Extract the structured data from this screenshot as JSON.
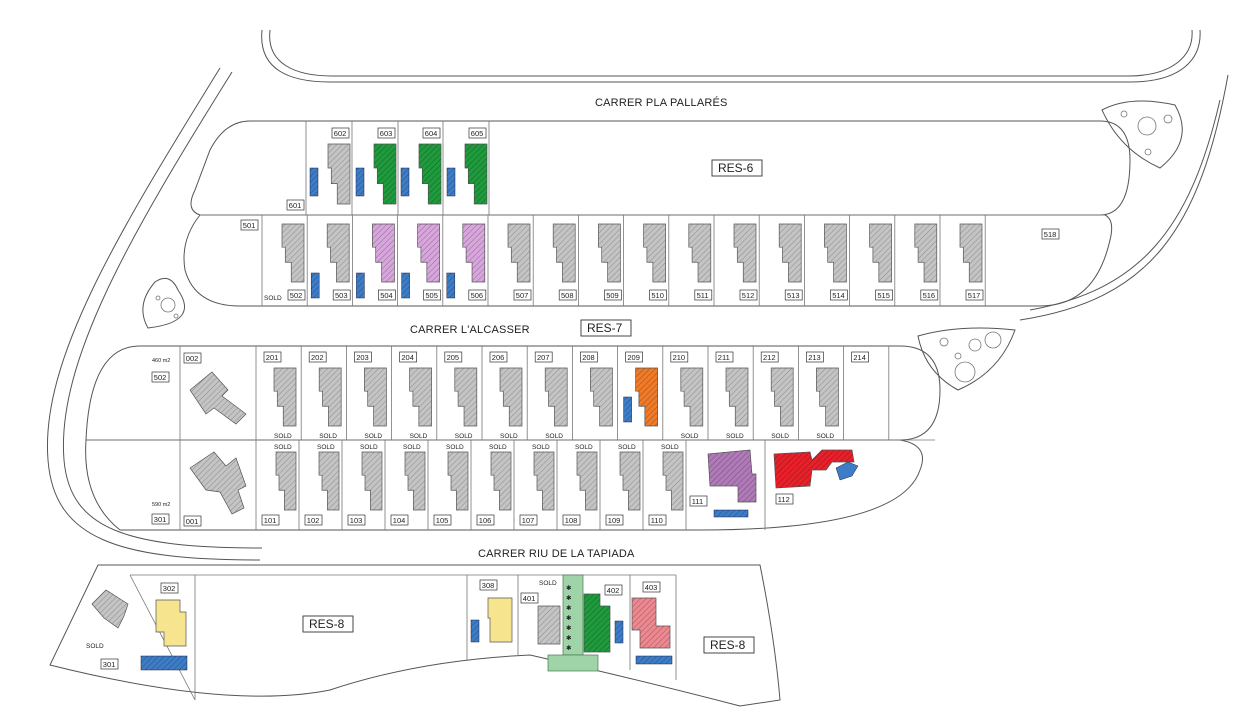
{
  "streets": {
    "top": "CARRER PLA PALLARÉS",
    "middle": "CARRER L'ALCASSER",
    "bottom": "CARRER RIU DE LA TAPIADA"
  },
  "zones": {
    "res6": "RES-6",
    "res7": "RES-7",
    "res8_left": "RES-8",
    "res8_right": "RES-8"
  },
  "sold_label": "SOLD",
  "colors": {
    "green": "#1f9a3c",
    "lilac": "#d8a6dd",
    "purple": "#b07ab8",
    "orange": "#f07a28",
    "red": "#e8202a",
    "blue": "#3d7dc8",
    "yellow": "#f6e58e",
    "pink": "#ee8890",
    "grey": "#bdbdbd",
    "path_green": "#9fd4a8"
  },
  "block6": {
    "plots": [
      {
        "num": "601"
      },
      {
        "num": "602",
        "color": "grey"
      },
      {
        "num": "603",
        "color": "green"
      },
      {
        "num": "604",
        "color": "green"
      },
      {
        "num": "605",
        "color": "green"
      }
    ]
  },
  "block5": {
    "plots": [
      {
        "num": "501"
      },
      {
        "num": "502",
        "color": "grey",
        "sold": true
      },
      {
        "num": "503",
        "color": "grey"
      },
      {
        "num": "504",
        "color": "lilac"
      },
      {
        "num": "505",
        "color": "lilac"
      },
      {
        "num": "506",
        "color": "lilac"
      },
      {
        "num": "507",
        "color": "grey"
      },
      {
        "num": "508",
        "color": "grey"
      },
      {
        "num": "509",
        "color": "grey"
      },
      {
        "num": "510",
        "color": "grey"
      },
      {
        "num": "511",
        "color": "grey"
      },
      {
        "num": "512",
        "color": "grey"
      },
      {
        "num": "513",
        "color": "grey"
      },
      {
        "num": "514",
        "color": "grey"
      },
      {
        "num": "515",
        "color": "grey"
      },
      {
        "num": "516",
        "color": "grey"
      },
      {
        "num": "517",
        "color": "grey"
      },
      {
        "num": "518"
      }
    ]
  },
  "block2": {
    "area_note": "460 m2",
    "corner_num": "502",
    "villa_num": "002",
    "plots": [
      {
        "num": "201",
        "sold": true
      },
      {
        "num": "202",
        "sold": true
      },
      {
        "num": "203",
        "sold": true
      },
      {
        "num": "204",
        "sold": true
      },
      {
        "num": "205",
        "sold": true
      },
      {
        "num": "206",
        "sold": true
      },
      {
        "num": "207",
        "sold": true
      },
      {
        "num": "208"
      },
      {
        "num": "209",
        "color": "orange"
      },
      {
        "num": "210",
        "sold": true
      },
      {
        "num": "211",
        "sold": true
      },
      {
        "num": "212",
        "sold": true
      },
      {
        "num": "213",
        "sold": true
      },
      {
        "num": "214"
      }
    ]
  },
  "block1": {
    "area_note": "590 m2",
    "corner_num": "301",
    "villa_num": "001",
    "plots": [
      {
        "num": "101",
        "sold": true
      },
      {
        "num": "102",
        "sold": true
      },
      {
        "num": "103",
        "sold": true
      },
      {
        "num": "104",
        "sold": true
      },
      {
        "num": "105",
        "sold": true
      },
      {
        "num": "106",
        "sold": true
      },
      {
        "num": "107",
        "sold": true
      },
      {
        "num": "108",
        "sold": true
      },
      {
        "num": "109",
        "sold": true
      },
      {
        "num": "110",
        "sold": true
      },
      {
        "num": "111",
        "color": "purple"
      },
      {
        "num": "112",
        "color": "red"
      }
    ]
  },
  "block3": {
    "plots": [
      {
        "num": "301",
        "sold": true
      },
      {
        "num": "302",
        "color": "yellow"
      },
      {
        "num": "308",
        "color": "yellow"
      },
      {
        "num": "401",
        "sold": true
      },
      {
        "num": "402",
        "color": "green"
      },
      {
        "num": "403",
        "color": "pink"
      }
    ]
  }
}
